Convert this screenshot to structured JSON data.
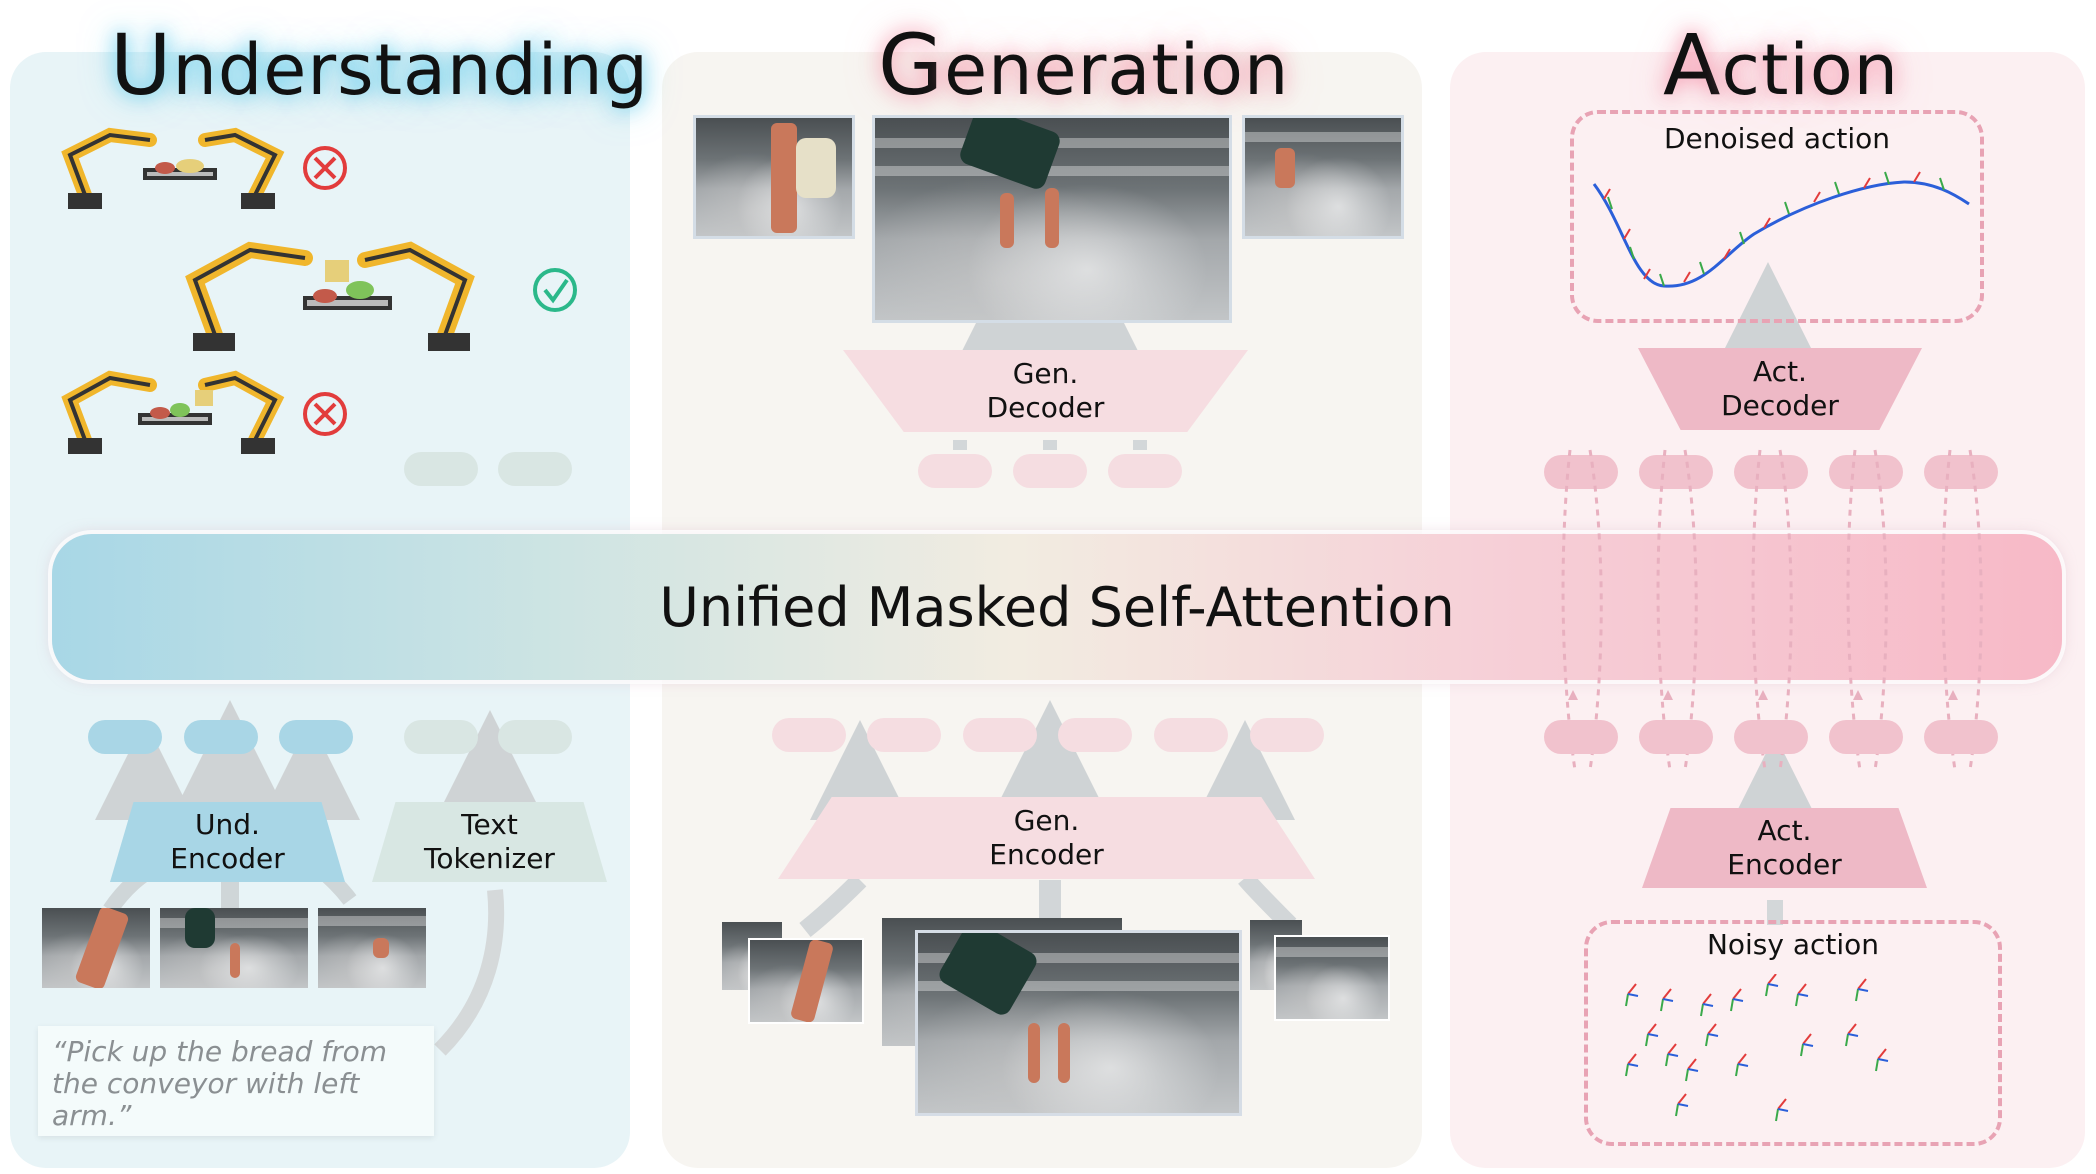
{
  "sections": {
    "understanding": {
      "title_cap": "U",
      "title_rest": "nderstanding"
    },
    "generation": {
      "title_cap": "G",
      "title_rest": "eneration"
    },
    "action": {
      "title_cap": "A",
      "title_rest": "ction"
    }
  },
  "attention_label": "Unified Masked Self-Attention",
  "modules": {
    "und_encoder": "Und.\nEncoder",
    "text_tokenizer": "Text\nTokenizer",
    "gen_decoder": "Gen.\nDecoder",
    "gen_encoder": "Gen.\nEncoder",
    "act_decoder": "Act.\nDecoder",
    "act_encoder": "Act.\nEncoder"
  },
  "instruction": "“Pick up the bread from the conveyor with left arm.”",
  "denoised_label": "Denoised action",
  "noisy_label": "Noisy action",
  "colors": {
    "understanding": "#a8d6e6",
    "generation": "#f6dde1",
    "action": "#eeb9c6",
    "wrong": "#e23c3c",
    "correct": "#2bb88a"
  },
  "icons": [
    "robot-arm-icon",
    "cross-circle-icon",
    "check-circle-icon"
  ]
}
